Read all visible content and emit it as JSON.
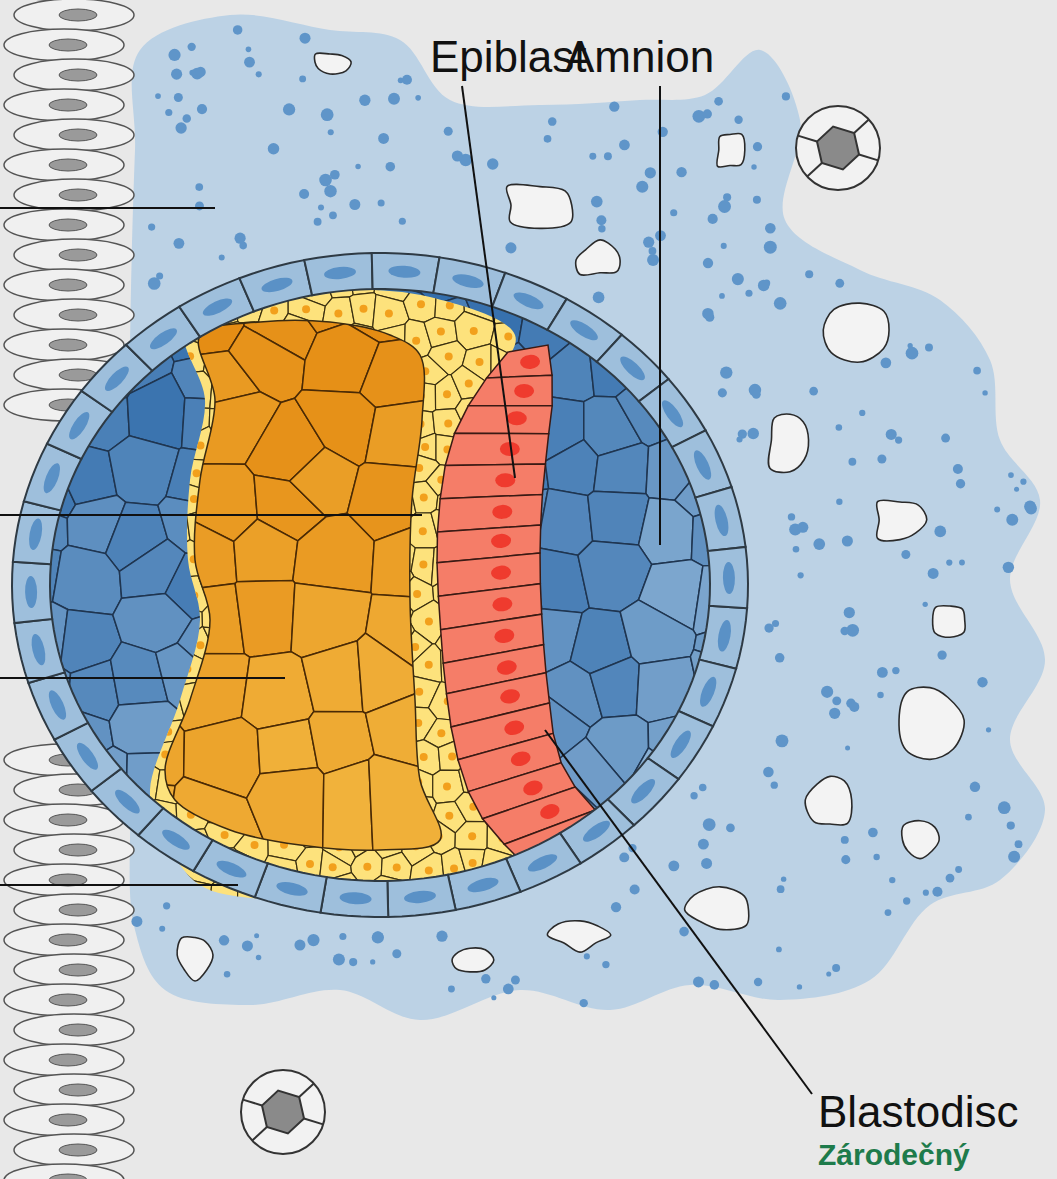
{
  "diagram": {
    "labels": [
      "Epiblast",
      "Amnion",
      "Blastodisc",
      "Zárodečný"
    ]
  }
}
